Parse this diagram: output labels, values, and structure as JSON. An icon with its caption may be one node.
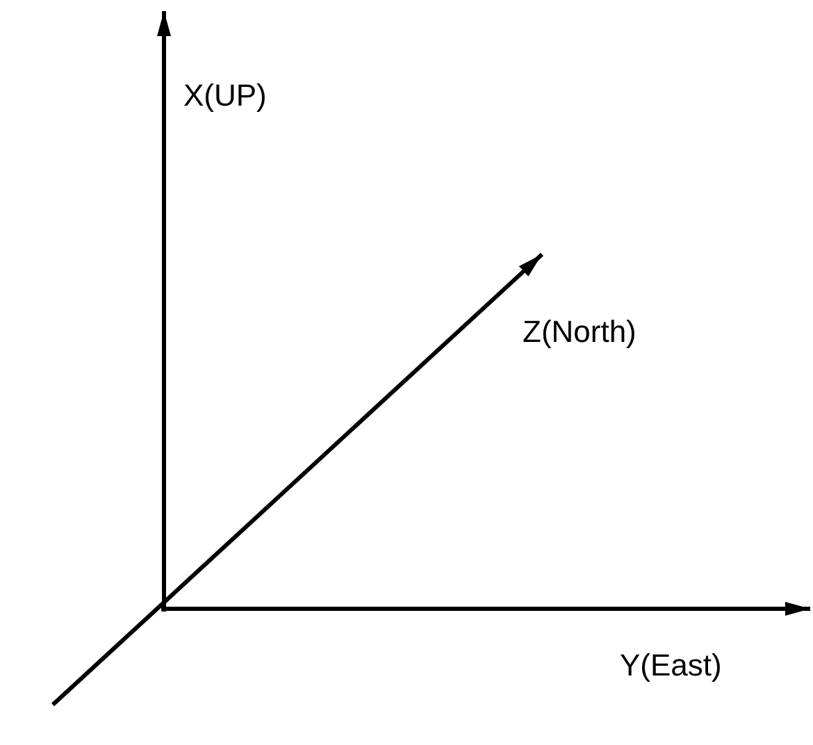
{
  "diagram": {
    "labels": [
      "X(UP)",
      "Z(North)",
      "Y(East)"
    ]
  }
}
